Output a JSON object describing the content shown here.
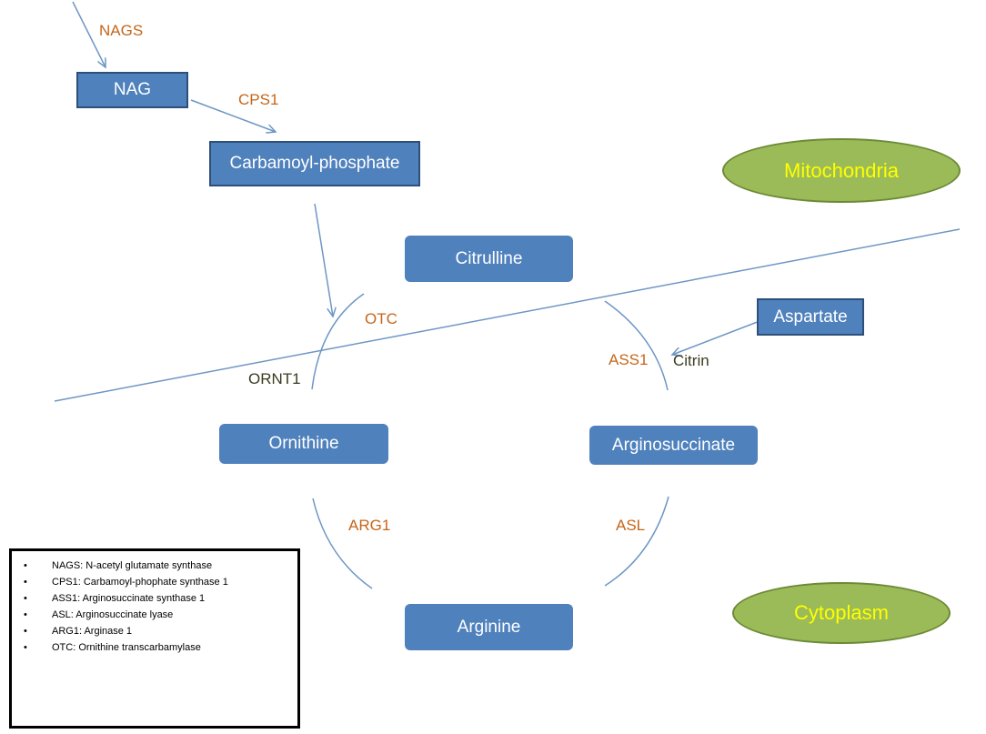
{
  "colors": {
    "node_fill": "#4f81bd",
    "node_text": "#ffffff",
    "enzyme_text": "#c5661a",
    "transporter_text": "#3b3b1e",
    "compartment_fill": "#9bbb59",
    "compartment_text": "#ffff00",
    "line": "#6e96c4"
  },
  "nodes": {
    "nag": "NAG",
    "carbamoyl_phosphate": "Carbamoyl-phosphate",
    "citrulline": "Citrulline",
    "aspartate": "Aspartate",
    "ornithine": "Ornithine",
    "arginosuccinate": "Arginosuccinate",
    "arginine": "Arginine"
  },
  "compartments": {
    "mitochondria": "Mitochondria",
    "cytoplasm": "Cytoplasm"
  },
  "enzymes": {
    "nags": "NAGS",
    "cps1": "CPS1",
    "otc": "OTC",
    "ass1": "ASS1",
    "arg1": "ARG1",
    "asl": "ASL"
  },
  "transporters": {
    "ornt1": "ORNT1",
    "citrin": "Citrin"
  },
  "legend": {
    "items": [
      "NAGS: N-acetyl glutamate synthase",
      "CPS1: Carbamoyl-phophate synthase 1",
      "ASS1: Arginosuccinate synthase 1",
      "ASL: Arginosuccinate lyase",
      "ARG1: Arginase 1",
      "OTC: Ornithine transcarbamylase"
    ]
  }
}
